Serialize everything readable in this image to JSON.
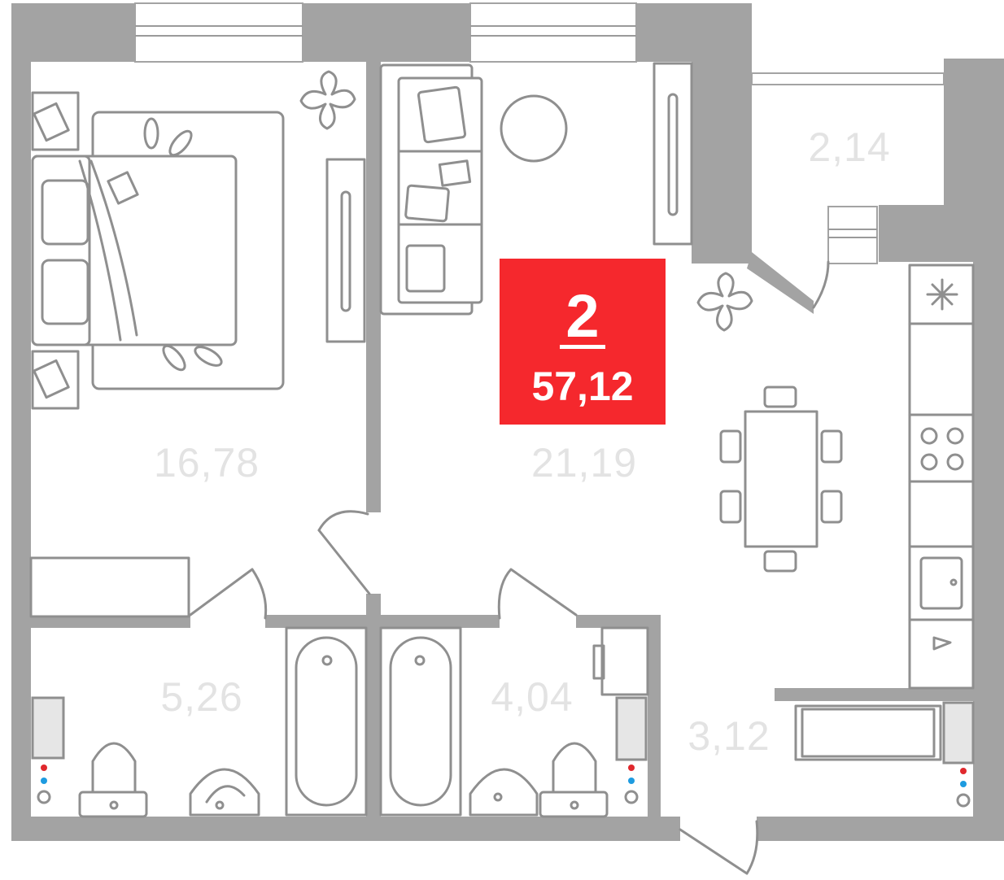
{
  "plan": {
    "rooms_count": "2",
    "total_area": "57,12",
    "accent_color": "#f5282d",
    "wall_color": "#a3a3a3",
    "rooms": [
      {
        "name": "bedroom",
        "area": "16,78"
      },
      {
        "name": "living-kitchen",
        "area": "21,19"
      },
      {
        "name": "balcony",
        "area": "2,14"
      },
      {
        "name": "bathroom-left",
        "area": "5,26"
      },
      {
        "name": "bathroom-right",
        "area": "4,04"
      },
      {
        "name": "hallway",
        "area": "3,12"
      }
    ]
  }
}
